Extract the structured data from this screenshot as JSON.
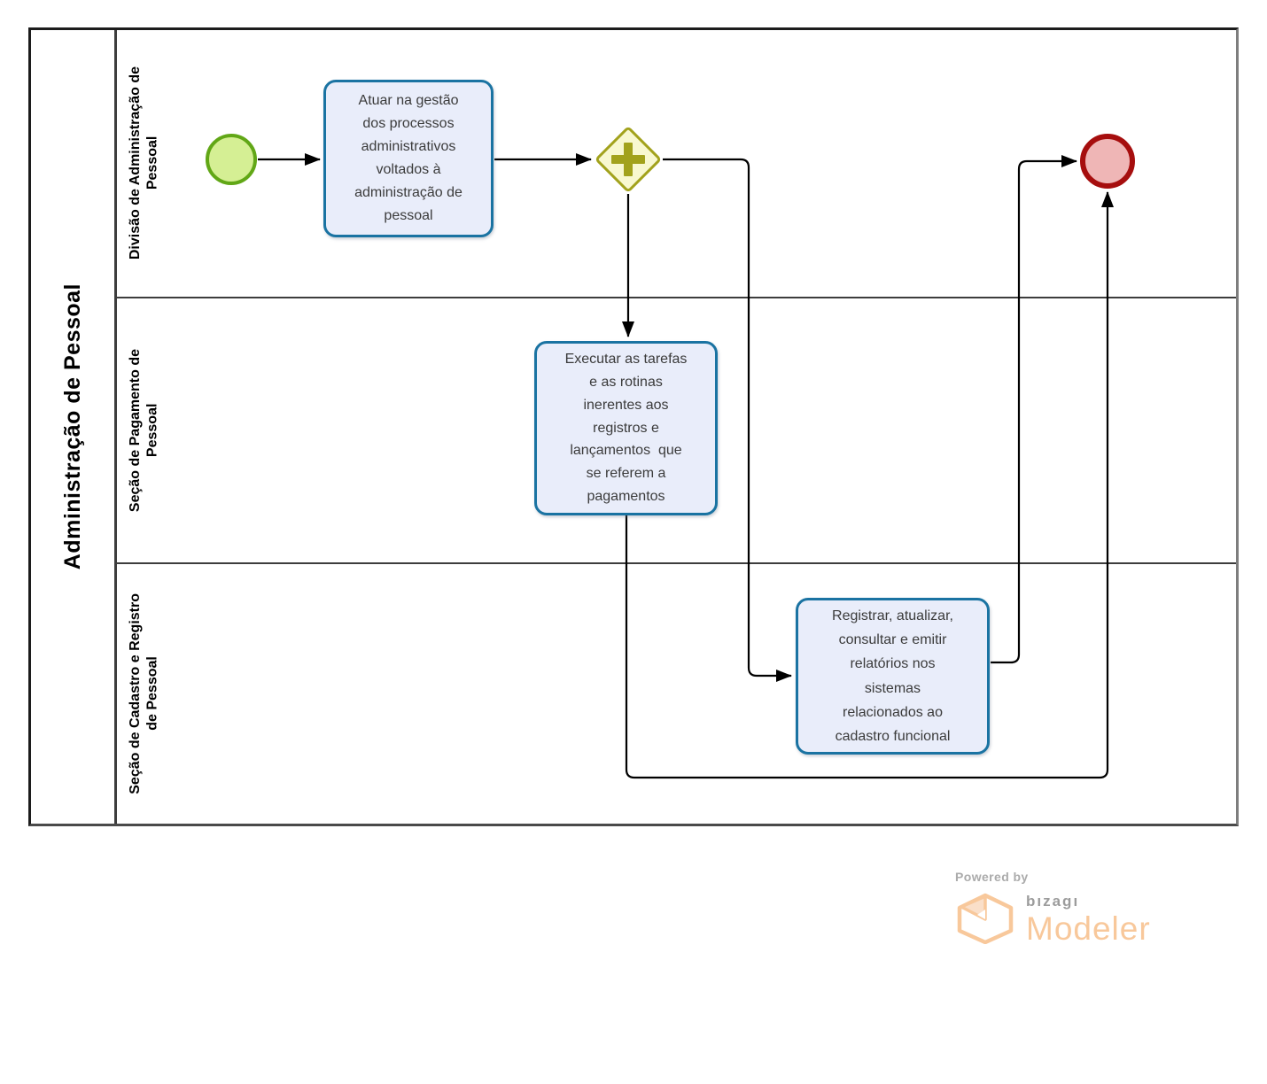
{
  "pool": {
    "title": "Administração de Pessoal",
    "lanes": [
      {
        "label": "Divisão de Administração de\nPessoal"
      },
      {
        "label": "Seção de Pagamento de\nPessoal"
      },
      {
        "label": "Seção de Cadastro e Registro\nde Pessoal"
      }
    ]
  },
  "nodes": {
    "start_event": {
      "type": "start-event"
    },
    "task_atuar": {
      "type": "task",
      "label": "Atuar na gestão\ndos processos\nadministrativos\nvoltados à\nadministração de\npessoal"
    },
    "gateway": {
      "type": "parallel-gateway",
      "icon": "plus-icon"
    },
    "task_executar": {
      "type": "task",
      "label": "Executar as tarefas\ne as rotinas\ninerentes aos\nregistros e\nlançamentos  que\nse referem a\npagamentos"
    },
    "task_registrar": {
      "type": "task",
      "label": "Registrar, atualizar,\nconsultar e emitir\nrelatórios nos\nsistemas\nrelacionados ao\ncadastro funcional"
    },
    "end_event": {
      "type": "end-event"
    }
  },
  "footer": {
    "powered_by": "Powered by",
    "brand": "bızagı",
    "product": "Modeler",
    "logo_icon": "bizagi-hexagon-icon"
  },
  "colors": {
    "task_fill": "#e9edfa",
    "task_border": "#1a73a2",
    "start_fill": "#d5ef94",
    "start_border": "#61a716",
    "gateway_fill": "#f8f8d0",
    "gateway_border": "#a2a21c",
    "end_fill": "#efb6b6",
    "end_border": "#a60e0e",
    "flow_color": "#000000",
    "lane_border": "#3d3d3d",
    "text_color": "#3b3b3b",
    "brand_orange": "#f8c89b",
    "brand_gray": "#9c9c9c",
    "powered_gray": "#ababab"
  }
}
